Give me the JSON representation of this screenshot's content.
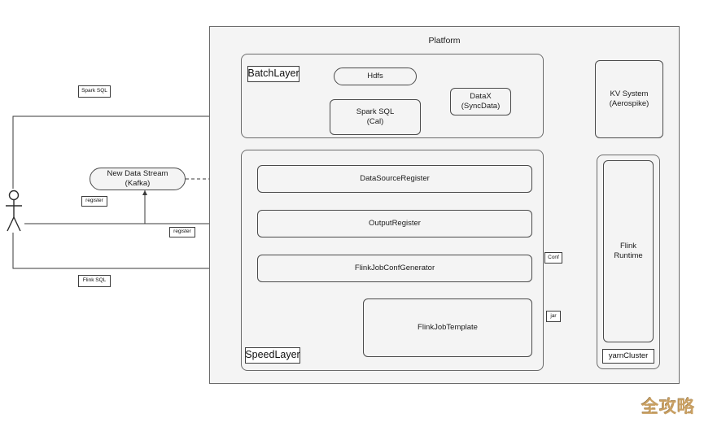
{
  "diagram": {
    "title": "Platform",
    "platform_label": "Platform",
    "layers": {
      "batch_label": "BatchLayer",
      "speed_label": "SpeedLayer",
      "yarn_label": "yarnCluster"
    },
    "batch_nodes": {
      "hdfs": "Hdfs",
      "spark_sql": "Spark SQL\n(Cal)",
      "spark_sql_line1": "Spark SQL",
      "spark_sql_line2": "(Cal)",
      "datax_line1": "DataX",
      "datax_line2": "(SyncData)"
    },
    "speed_nodes": {
      "data_source_register": "DataSourceRegister",
      "output_register": "OutputRegister",
      "flink_job_conf_generator": "FlinkJobConfGenerator",
      "flink_job_template": "FlinkJobTemplate"
    },
    "right_nodes": {
      "kv_system_line1": "KV System",
      "kv_system_line2": "(Aerospike)",
      "flink_runtime_line1": "Flink",
      "flink_runtime_line2": "Runtime"
    },
    "external_nodes": {
      "kafka_line1": "New Data Stream",
      "kafka_line2": "(Kafka)",
      "actor": "user-actor"
    },
    "edge_labels": {
      "spark_sql": "Spark SQL",
      "flink_sql": "Flink SQL",
      "register_1": "register",
      "register_2": "register",
      "conf": "Conf",
      "jar": "jar"
    },
    "watermark": "全攻略",
    "colors": {
      "stroke": "#4a4a4a",
      "container_stroke": "#6b6b6b",
      "fill": "#f4f4f4",
      "page": "#ffffff",
      "text": "#1b1b1b",
      "watermark": "#c9a063"
    }
  }
}
